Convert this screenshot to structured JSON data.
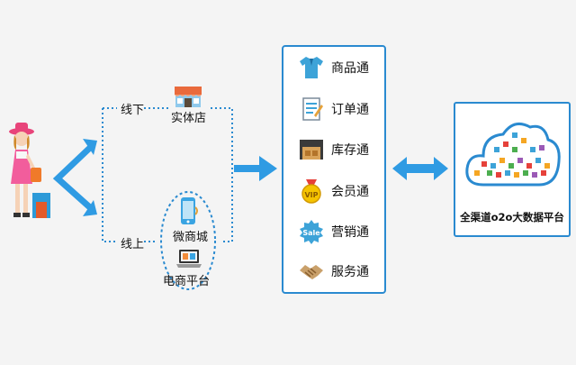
{
  "channels": {
    "offline": {
      "label": "线下",
      "store_label": "实体店"
    },
    "online": {
      "label": "线上",
      "wechat_label": "微商城",
      "ecommerce_label": "电商平台"
    }
  },
  "services": [
    {
      "label": "商品通",
      "icon": "shirt-icon"
    },
    {
      "label": "订单通",
      "icon": "order-form-icon"
    },
    {
      "label": "库存通",
      "icon": "warehouse-icon"
    },
    {
      "label": "会员通",
      "icon": "vip-medal-icon"
    },
    {
      "label": "营销通",
      "icon": "sale-tag-icon"
    },
    {
      "label": "服务通",
      "icon": "handshake-icon"
    }
  ],
  "platform": {
    "label": "全渠道o2o大数据平台",
    "icon": "cloud-icon"
  },
  "colors": {
    "accent": "#2a8ad0",
    "arrow": "#2f9be3"
  }
}
